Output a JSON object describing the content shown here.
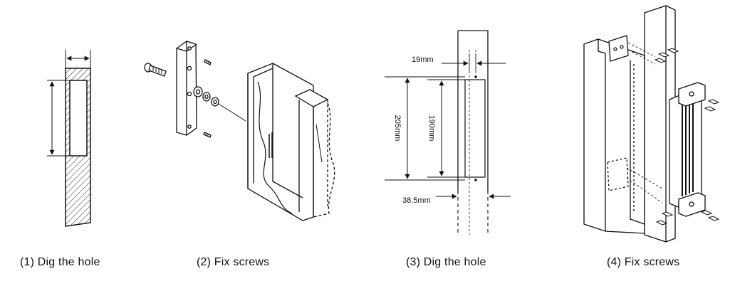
{
  "steps": [
    {
      "caption": "(1) Dig the hole"
    },
    {
      "caption": "(2) Fix screws"
    },
    {
      "caption": "(3) Dig the hole"
    },
    {
      "caption": "(4) Fix screws"
    }
  ],
  "dimensions": {
    "d19": "19mm",
    "d205": "205mm",
    "d190": "190mm",
    "d385": "38.5mm"
  }
}
